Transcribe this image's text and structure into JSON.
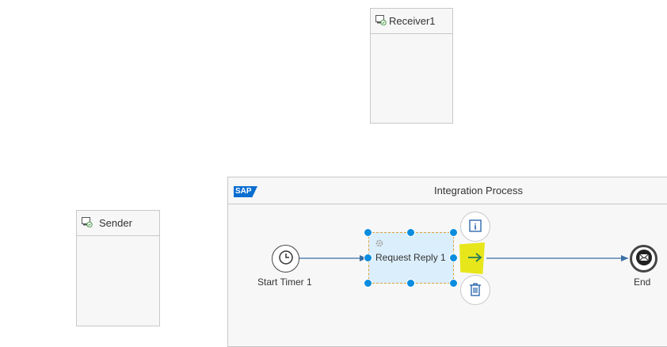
{
  "receiver": {
    "name": "Receiver1"
  },
  "sender": {
    "name": "Sender"
  },
  "pool": {
    "title": "Integration Process",
    "logo": "SAP"
  },
  "start_event": {
    "label": "Start Timer 1"
  },
  "task": {
    "label": "Request Reply 1"
  },
  "end_event": {
    "label": "End"
  },
  "context_menu": [
    "info-icon",
    "connect-arrow-icon",
    "delete-icon"
  ],
  "colors": {
    "selection": "#0a8cdf",
    "task_fill": "#dbeefc",
    "highlight": "#e6e61a",
    "sap_blue": "#0a6ed1"
  }
}
